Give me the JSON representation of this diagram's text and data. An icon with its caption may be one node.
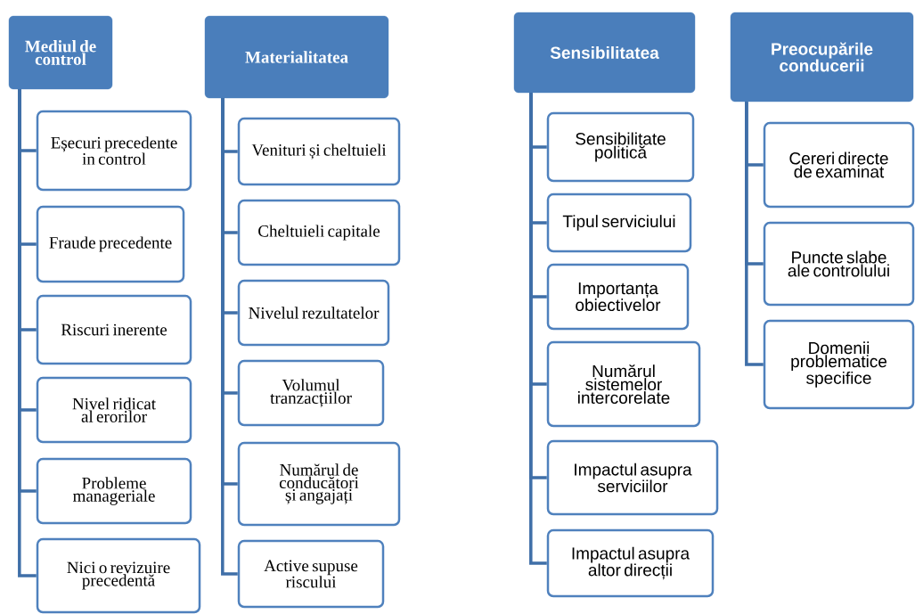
{
  "diagram": {
    "nodes": [
      {
        "text": [
          "Mediul de control"
        ]
      },
      {
        "text": [
          "Eșecuri precedente in control"
        ]
      },
      {
        "text": [
          "Fraude precedente"
        ]
      },
      {
        "text": [
          "Riscuri inerente"
        ]
      },
      {
        "text": [
          "Nivel ridicat al erorilor"
        ]
      },
      {
        "text": [
          "Probleme manageriale"
        ]
      },
      {
        "text": [
          "Nici o revizuire precedentă"
        ]
      },
      {
        "text": [
          "Materialitatea"
        ]
      },
      {
        "text": [
          "Venituri și cheltuieli"
        ]
      },
      {
        "text": [
          "Cheltuieli capitale"
        ]
      },
      {
        "text": [
          "Nivelul rezultatelor"
        ]
      },
      {
        "text": [
          "Volumul tranzacțiilor"
        ]
      },
      {
        "text": [
          "Numărul de conducători și angajați"
        ]
      },
      {
        "text": [
          "Active supuse riscului"
        ]
      },
      {
        "text": [
          "Sensibilitatea"
        ]
      },
      {
        "text": [
          "Sensibilitate politică"
        ]
      },
      {
        "text": [
          "Tipul serviciului"
        ]
      },
      {
        "text": [
          "Importanța obiectivelor"
        ]
      },
      {
        "text": [
          "Numărul sistemelor intercorelate"
        ]
      },
      {
        "text": [
          "Impactul asupra serviciilor"
        ]
      },
      {
        "text": [
          "Impactul asupra altor direcții"
        ]
      },
      {
        "text": [
          "Preocupările conducerii"
        ]
      },
      {
        "text": [
          "Cereri directe de examinat"
        ]
      },
      {
        "text": [
          "Puncte slabe ale controlului"
        ]
      },
      {
        "text": [
          "Domenii problematice specifice"
        ]
      }
    ],
    "edges": [
      {
        "from": 0,
        "to": 1,
        "arrow": "none"
      },
      {
        "from": 0,
        "to": 2,
        "arrow": "none"
      },
      {
        "from": 0,
        "to": 3,
        "arrow": "none"
      },
      {
        "from": 0,
        "to": 4,
        "arrow": "none"
      },
      {
        "from": 0,
        "to": 5,
        "arrow": "none"
      },
      {
        "from": 0,
        "to": 6,
        "arrow": "none"
      },
      {
        "from": 7,
        "to": 8,
        "arrow": "none"
      },
      {
        "from": 7,
        "to": 9,
        "arrow": "none"
      },
      {
        "from": 7,
        "to": 10,
        "arrow": "none"
      },
      {
        "from": 7,
        "to": 11,
        "arrow": "none"
      },
      {
        "from": 7,
        "to": 12,
        "arrow": "none"
      },
      {
        "from": 7,
        "to": 13,
        "arrow": "none"
      },
      {
        "from": 14,
        "to": 15,
        "arrow": "none"
      },
      {
        "from": 14,
        "to": 16,
        "arrow": "none"
      },
      {
        "from": 14,
        "to": 17,
        "arrow": "none"
      },
      {
        "from": 14,
        "to": 18,
        "arrow": "none"
      },
      {
        "from": 14,
        "to": 19,
        "arrow": "none"
      },
      {
        "from": 14,
        "to": 20,
        "arrow": "none"
      },
      {
        "from": 21,
        "to": 22,
        "arrow": "none"
      },
      {
        "from": 21,
        "to": 23,
        "arrow": "none"
      },
      {
        "from": 21,
        "to": 24,
        "arrow": "none"
      }
    ]
  }
}
